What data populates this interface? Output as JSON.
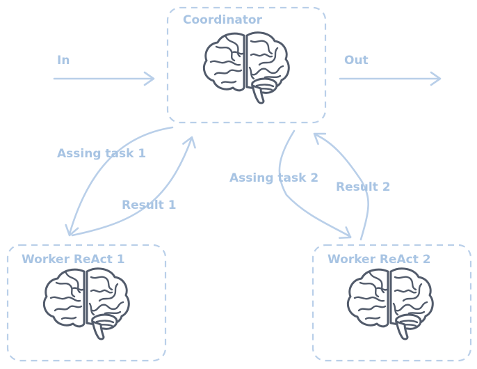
{
  "colors": {
    "accent": "#a8c4e3",
    "box_stroke": "#b9cfe9",
    "brain": "#525b6b",
    "background": "#ffffff"
  },
  "nodes": {
    "coordinator": {
      "label": "Coordinator",
      "icon": "brain-icon"
    },
    "worker1": {
      "label": "Worker ReAct 1",
      "icon": "brain-icon"
    },
    "worker2": {
      "label": "Worker ReAct 2",
      "icon": "brain-icon"
    }
  },
  "edges": {
    "in": "In",
    "out": "Out",
    "assign1": "Assing task 1",
    "result1": "Result 1",
    "assign2": "Assing task 2",
    "result2": "Result 2"
  }
}
